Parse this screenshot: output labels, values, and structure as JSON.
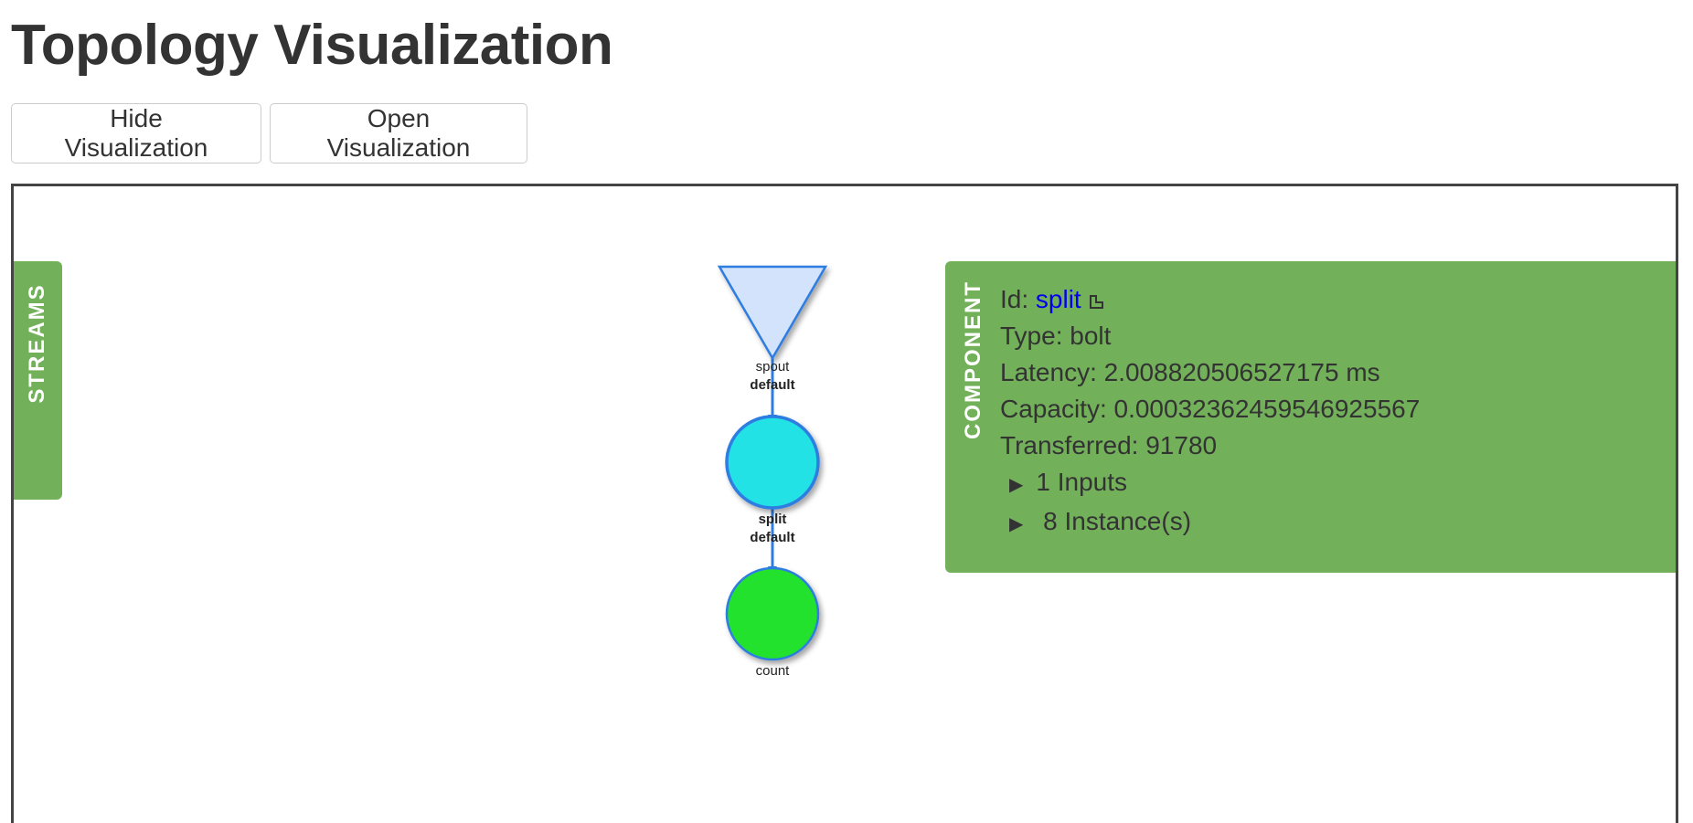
{
  "page": {
    "title": "Topology Visualization"
  },
  "toolbar": {
    "hide_label": "Hide Visualization",
    "open_label": "Open Visualization"
  },
  "streams": {
    "label": "STREAMS"
  },
  "graph": {
    "nodes": [
      {
        "id": "spout",
        "label": "spout",
        "shape": "triangle",
        "color": "#d2e3fb"
      },
      {
        "id": "split",
        "label": "split",
        "shape": "circle",
        "color": "#22e2e6"
      },
      {
        "id": "count",
        "label": "count",
        "shape": "circle",
        "color": "#22e22e"
      }
    ],
    "edges": [
      {
        "from": "spout",
        "to": "split",
        "stream": "default"
      },
      {
        "from": "split",
        "to": "count",
        "stream": "default"
      }
    ],
    "edge_color": "#2f7de1"
  },
  "component": {
    "label": "COMPONENT",
    "id_label": "Id: ",
    "id_value": "split",
    "type": "Type: bolt",
    "latency": "Latency: 2.008820506527175 ms",
    "capacity": "Capacity: 0.00032362459546925567",
    "transferred": "Transferred: 91780",
    "inputs": "1 Inputs",
    "instances": "8 Instance(s)",
    "panel_color": "#73b05a"
  }
}
